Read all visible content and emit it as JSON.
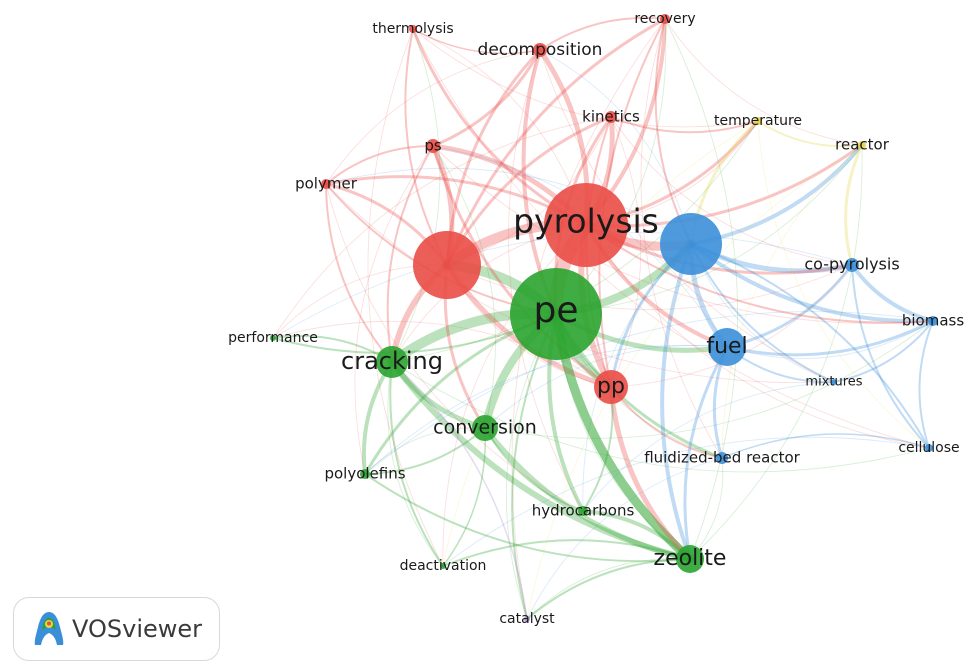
{
  "app": {
    "brand": "VOSviewer",
    "logo_icon": "vosviewer-logo-icon"
  },
  "colors": {
    "red": "#ea4c46",
    "green": "#2aa42f",
    "blue": "#3b8fd9",
    "yellow": "#e4d64a",
    "purple": "#b48ed8"
  },
  "network": {
    "nodes": [
      {
        "id": "pyrolysis",
        "label": "pyrolysis",
        "cluster": "red"
      },
      {
        "id": "pe",
        "label": "pe",
        "cluster": "green"
      },
      {
        "id": "hdpe",
        "label": "",
        "cluster": "red"
      },
      {
        "id": "fuel",
        "label": "fuel",
        "cluster": "blue"
      },
      {
        "id": "oil",
        "label": "",
        "cluster": "blue"
      },
      {
        "id": "cracking",
        "label": "cracking",
        "cluster": "green"
      },
      {
        "id": "zeolite",
        "label": "zeolite",
        "cluster": "green"
      },
      {
        "id": "pp",
        "label": "pp",
        "cluster": "red"
      },
      {
        "id": "conversion",
        "label": "conversion",
        "cluster": "green"
      },
      {
        "id": "decomposition",
        "label": "decomposition",
        "cluster": "red"
      },
      {
        "id": "thermolysis",
        "label": "thermolysis",
        "cluster": "red"
      },
      {
        "id": "recovery",
        "label": "recovery",
        "cluster": "red"
      },
      {
        "id": "kinetics",
        "label": "kinetics",
        "cluster": "red"
      },
      {
        "id": "ps",
        "label": "ps",
        "cluster": "red"
      },
      {
        "id": "polymer",
        "label": "polymer",
        "cluster": "red"
      },
      {
        "id": "temperature",
        "label": "temperature",
        "cluster": "yellow"
      },
      {
        "id": "reactor",
        "label": "reactor",
        "cluster": "yellow"
      },
      {
        "id": "co-pyrolysis",
        "label": "co-pyrolysis",
        "cluster": "blue"
      },
      {
        "id": "biomass",
        "label": "biomass",
        "cluster": "blue"
      },
      {
        "id": "mixtures",
        "label": "mixtures",
        "cluster": "blue"
      },
      {
        "id": "cellulose",
        "label": "cellulose",
        "cluster": "blue"
      },
      {
        "id": "fluidized-bed reactor",
        "label": "fluidized-bed reactor",
        "cluster": "blue"
      },
      {
        "id": "performance",
        "label": "performance",
        "cluster": "green"
      },
      {
        "id": "polyolefins",
        "label": "polyolefins",
        "cluster": "green"
      },
      {
        "id": "hydrocarbons",
        "label": "hydrocarbons",
        "cluster": "green"
      },
      {
        "id": "deactivation",
        "label": "deactivation",
        "cluster": "green"
      },
      {
        "id": "catalyst",
        "label": "catalyst",
        "cluster": "purple"
      }
    ]
  }
}
